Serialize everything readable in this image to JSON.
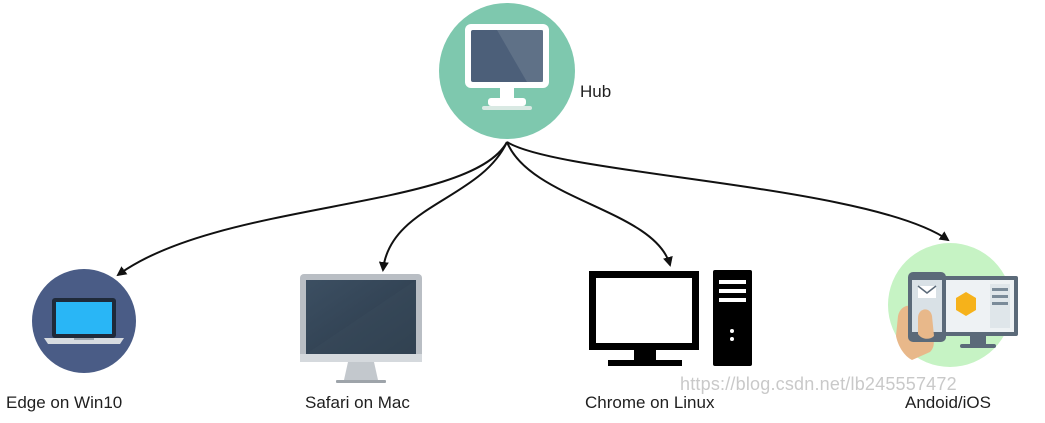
{
  "nodes": {
    "hub": {
      "label": "Hub"
    },
    "edge_win10": {
      "label": "Edge on Win10"
    },
    "safari_mac": {
      "label": "Safari on Mac"
    },
    "chrome_linux": {
      "label": "Chrome on Linux"
    },
    "android_ios": {
      "label": "Andoid/iOS"
    }
  },
  "edges": [
    {
      "from": "hub",
      "to": "edge_win10"
    },
    {
      "from": "hub",
      "to": "safari_mac"
    },
    {
      "from": "hub",
      "to": "chrome_linux"
    },
    {
      "from": "hub",
      "to": "android_ios"
    }
  ],
  "watermark": "https://blog.csdn.net/lb245557472",
  "colors": {
    "hub_circle": "#7ec8ae",
    "edge_circle": "#4a5c86",
    "mobile_circle": "#c6f3c4",
    "arrow": "#111111"
  }
}
